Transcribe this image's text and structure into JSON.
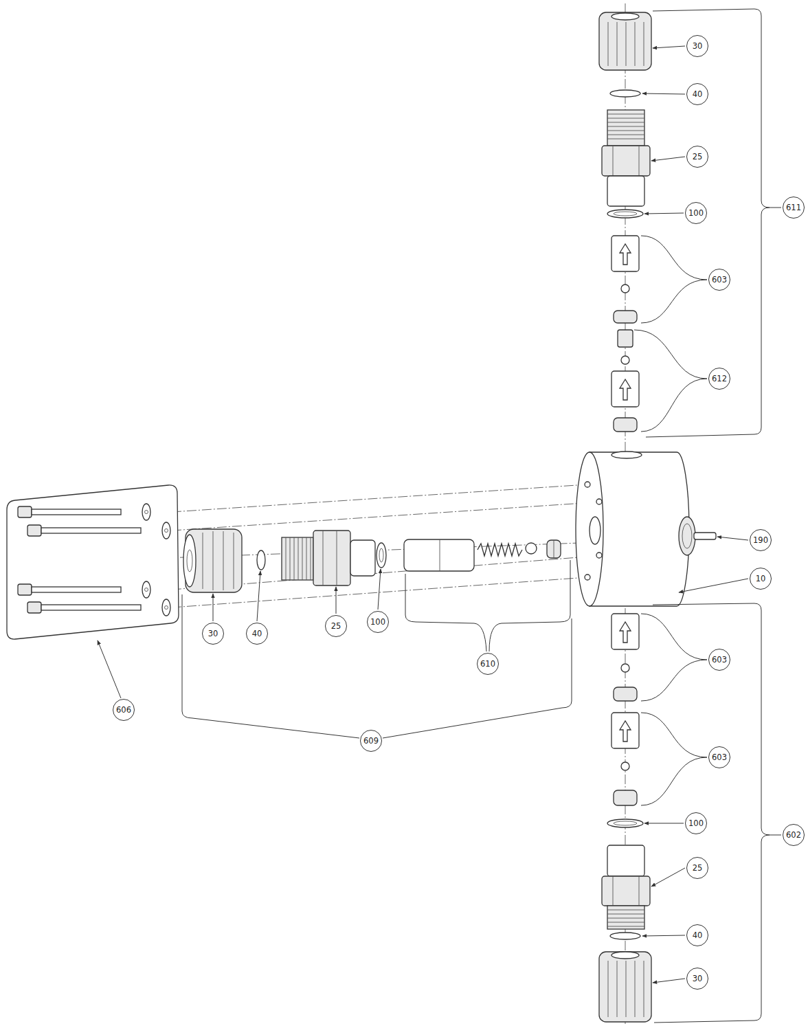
{
  "diagram": {
    "labels": [
      "30",
      "40",
      "25",
      "100",
      "611",
      "603",
      "612",
      "190",
      "10",
      "30",
      "40",
      "25",
      "100",
      "610",
      "606",
      "609",
      "603",
      "603",
      "602",
      "100",
      "25",
      "40",
      "30"
    ]
  }
}
